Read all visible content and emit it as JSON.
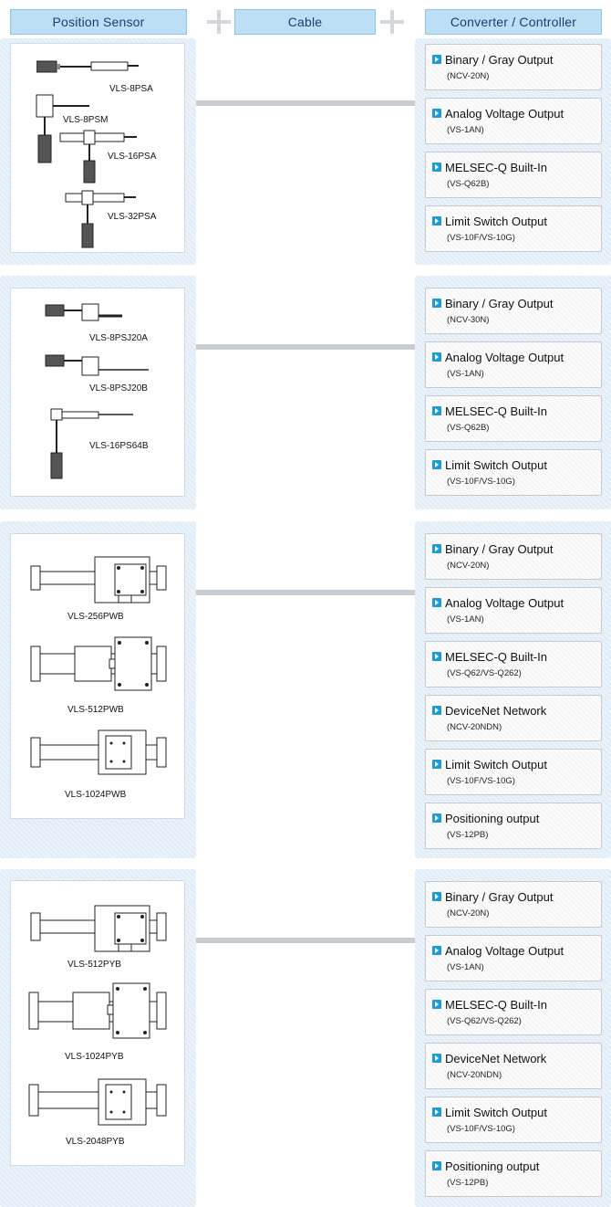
{
  "headers": {
    "position_sensor": "Position Sensor",
    "cable": "Cable",
    "converter_controller": "Converter / Controller"
  },
  "groups": [
    {
      "sensors": [
        "VLS-8PSA",
        "VLS-8PSM",
        "VLS-16PSA",
        "VLS-32PSA"
      ],
      "outputs": [
        {
          "title": "Binary / Gray Output",
          "model": "(NCV-20N)"
        },
        {
          "title": "Analog Voltage Output",
          "model": "(VS-1AN)"
        },
        {
          "title": "MELSEC-Q Built-In",
          "model": "(VS-Q62B)"
        },
        {
          "title": "Limit Switch Output",
          "model": "(VS-10F/VS-10G)"
        }
      ]
    },
    {
      "sensors": [
        "VLS-8PSJ20A",
        "VLS-8PSJ20B",
        "VLS-16PS64B"
      ],
      "outputs": [
        {
          "title": "Binary / Gray Output",
          "model": "(NCV-30N)"
        },
        {
          "title": "Analog Voltage Output",
          "model": "(VS-1AN)"
        },
        {
          "title": "MELSEC-Q Built-In",
          "model": "(VS-Q62B)"
        },
        {
          "title": "Limit Switch Output",
          "model": "(VS-10F/VS-10G)"
        }
      ]
    },
    {
      "sensors": [
        "VLS-256PWB",
        "VLS-512PWB",
        "VLS-1024PWB"
      ],
      "outputs": [
        {
          "title": "Binary / Gray Output",
          "model": "(NCV-20N)"
        },
        {
          "title": "Analog Voltage Output",
          "model": "(VS-1AN)"
        },
        {
          "title": "MELSEC-Q Built-In",
          "model": "(VS-Q62/VS-Q262)"
        },
        {
          "title": "DeviceNet Network",
          "model": "(NCV-20NDN)"
        },
        {
          "title": "Limit Switch Output",
          "model": "(VS-10F/VS-10G)"
        },
        {
          "title": "Positioning output",
          "model": "(VS-12PB)"
        }
      ]
    },
    {
      "sensors": [
        "VLS-512PYB",
        "VLS-1024PYB",
        "VLS-2048PYB"
      ],
      "outputs": [
        {
          "title": "Binary / Gray Output",
          "model": "(NCV-20N)"
        },
        {
          "title": "Analog Voltage Output",
          "model": "(VS-1AN)"
        },
        {
          "title": "MELSEC-Q Built-In",
          "model": "(VS-Q62/VS-Q262)"
        },
        {
          "title": "DeviceNet Network",
          "model": "(NCV-20NDN)"
        },
        {
          "title": "Limit Switch Output",
          "model": "(VS-10F/VS-10G)"
        },
        {
          "title": "Positioning output",
          "model": "(VS-12PB)"
        }
      ]
    }
  ]
}
